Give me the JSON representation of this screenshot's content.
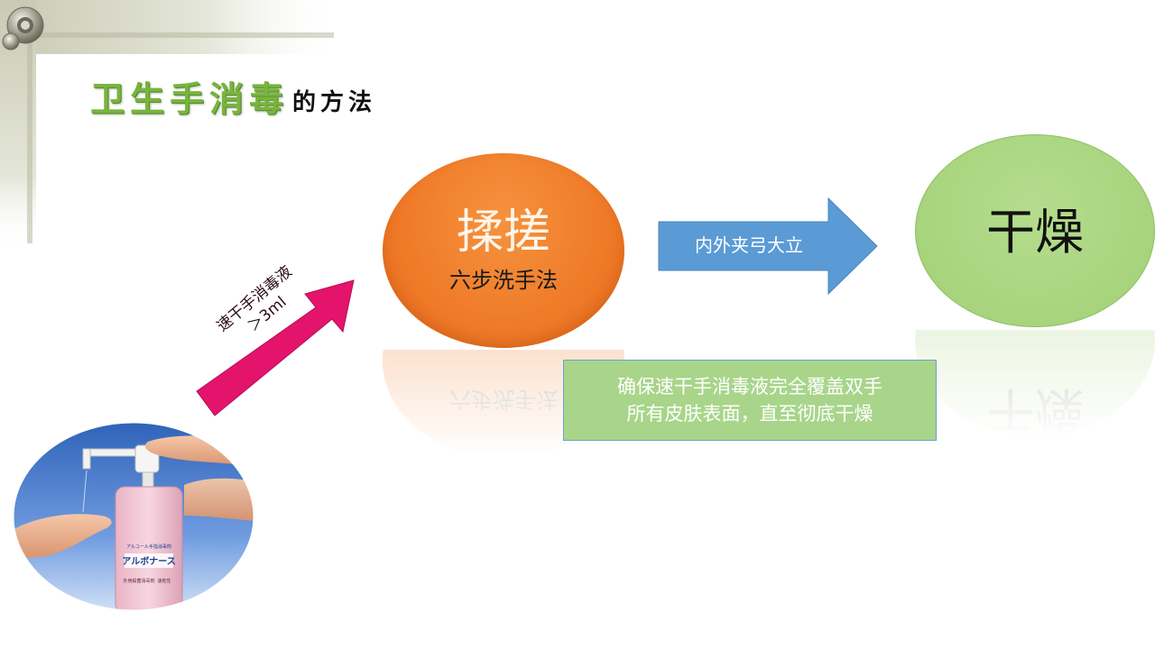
{
  "title": {
    "main": "卫生手消毒",
    "sub": "的方法"
  },
  "diagonal_arrow": {
    "line1": "速干手消毒液",
    "line2": "＞3ml",
    "color": "#e4136b"
  },
  "step_rub": {
    "main": "揉搓",
    "sub": "六步洗手法",
    "color": "#ef7a28"
  },
  "blue_arrow": {
    "label": "内外夹弓大立",
    "color": "#5b9bd5"
  },
  "step_dry": {
    "label": "干燥",
    "color": "#a7d47d"
  },
  "note": {
    "line1": "确保速干手消毒液完全覆盖双手",
    "line2": "所有皮肤表面，直至彻底干燥",
    "color": "#a8d58a"
  },
  "photo": {
    "bottle_label": "アルボナース",
    "bottle_top_label": "アルコール手指消毒剤",
    "bottle_small_1": "外用殺菌消毒剤",
    "bottle_small_2": "速乾性"
  }
}
